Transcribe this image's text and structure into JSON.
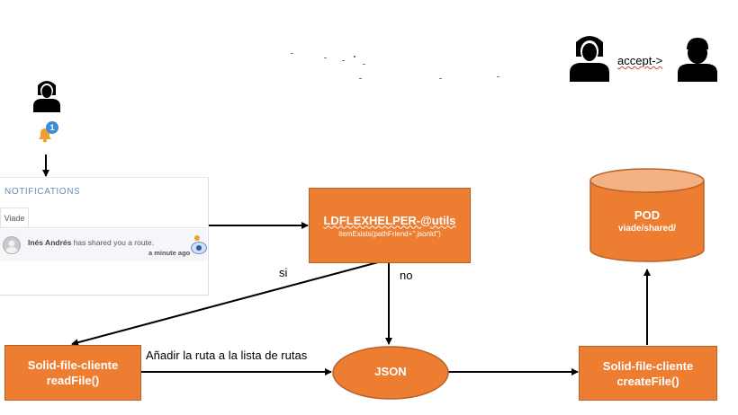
{
  "top": {
    "accept_label": "accept->"
  },
  "notifications": {
    "badge_count": "1",
    "title": "NOTIFICATIONS",
    "tab_label": "Viade",
    "item_user": "Inés Andrés",
    "item_message": " has shared you a route.",
    "item_time": "a minute ago"
  },
  "boxes": {
    "ldflex_title": "LDFLEXHELPER-@utils",
    "ldflex_subtitle": "itemExists(pathFriend+\".jsonld\")",
    "pod_title": "POD",
    "pod_subtitle": "viade/shared/",
    "readfile_line1": "Solid-file-cliente",
    "readfile_line2": "readFile()",
    "json_label": "JSON",
    "createfile_line1": "Solid-file-cliente",
    "createfile_line2": "createFile()"
  },
  "edges": {
    "si_label": "si",
    "no_label": "no",
    "add_route_label": "Añadir la ruta a la lista de rutas"
  },
  "colors": {
    "shape_fill": "#ed7d31",
    "shape_stroke": "#b8622a",
    "person_fill": "#000000",
    "bell_color": "#f0a030",
    "badge_color": "#3a8fd6"
  }
}
